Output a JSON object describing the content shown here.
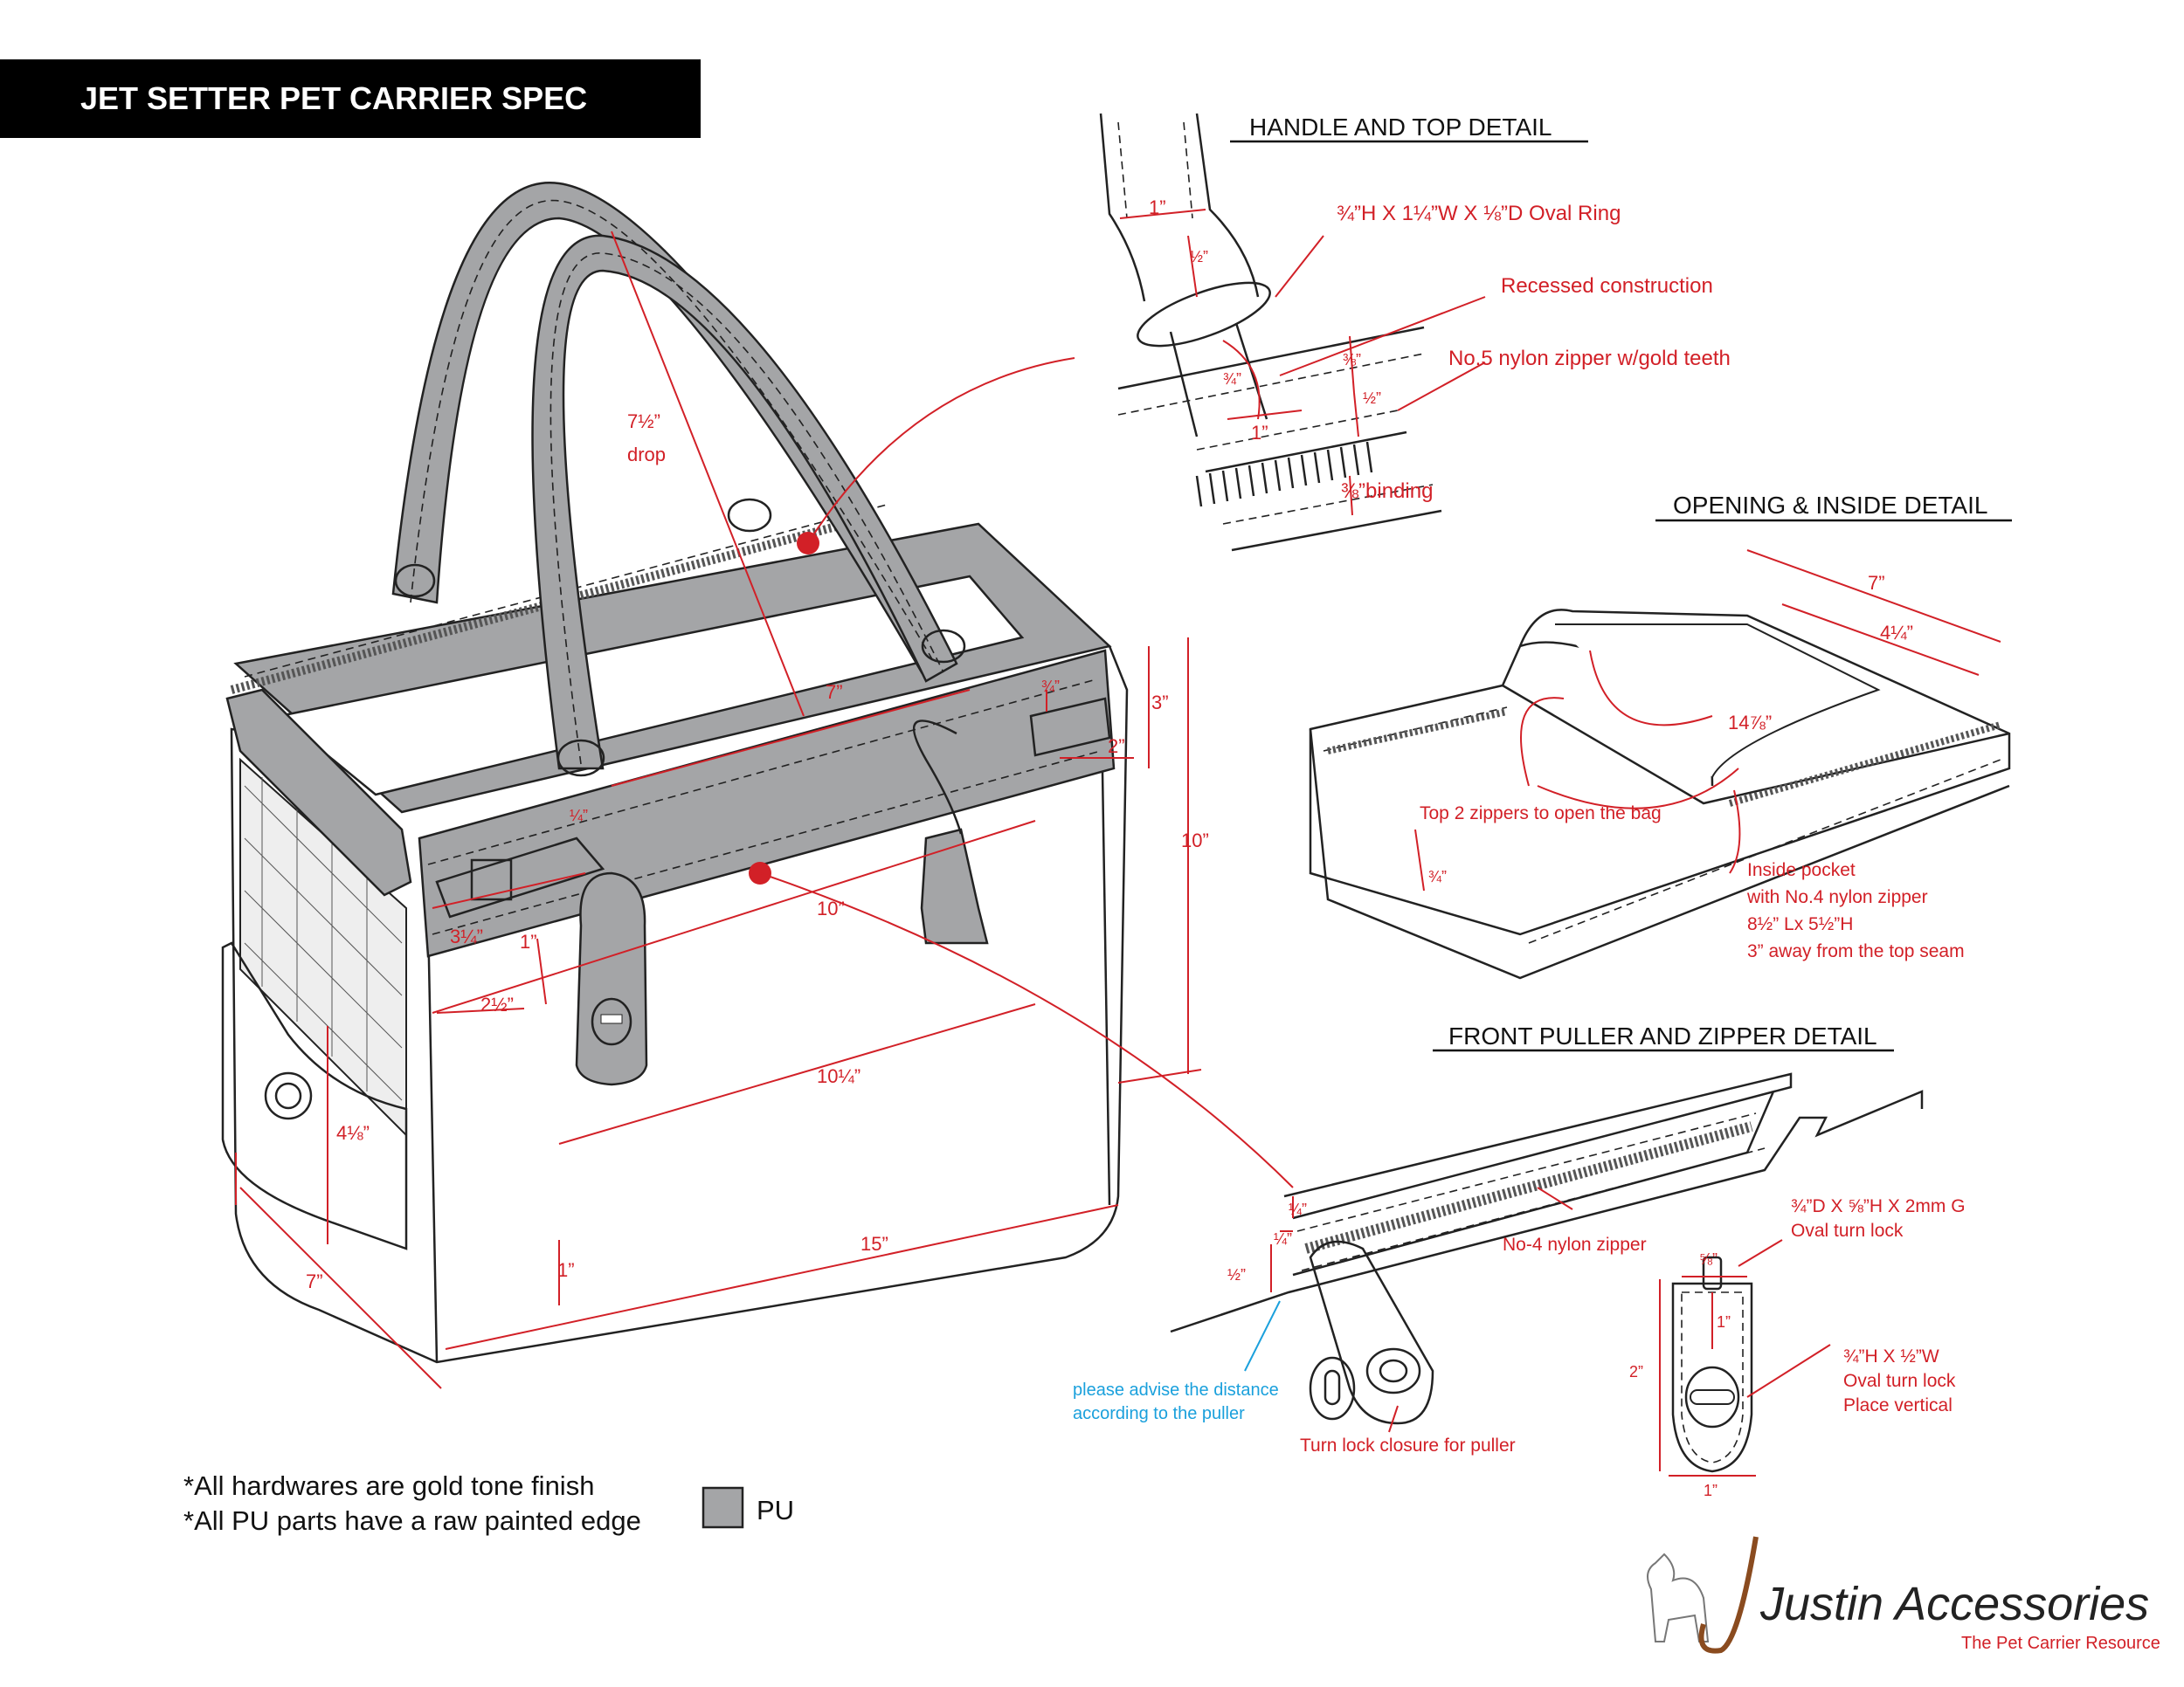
{
  "title": "JET SETTER PET CARRIER SPEC",
  "sections": {
    "handle": "HANDLE AND TOP DETAIL",
    "opening": "OPENING & INSIDE DETAIL",
    "front": "FRONT PULLER AND ZIPPER DETAIL"
  },
  "handle_callouts": {
    "ring": "¾”H X 1¼”W X ⅛”D Oval Ring",
    "recessed": "Recessed construction",
    "zipper": "No.5 nylon zipper w/gold teeth",
    "binding": "⅜”binding"
  },
  "handle_dims": {
    "width_top": "1”",
    "half_top": "½”",
    "threequarter": "¾”",
    "width_bottom": "1”",
    "three_eighths": "⅜”",
    "half_side": "½”"
  },
  "opening_callouts": {
    "top_zippers": "Top 2 zippers to open the bag",
    "pocket_1": "Inside pocket",
    "pocket_2": "with No.4 nylon zipper",
    "pocket_3": "8½” Lx 5½”H",
    "pocket_4": "3” away from the top seam"
  },
  "opening_dims": {
    "seven": "7”",
    "four_quarter": "4¼”",
    "fourteen": "14⅞”",
    "three_quarter": "¾”"
  },
  "front_callouts": {
    "nylon": "No-4 nylon zipper",
    "lock1_a": "¾”D X ⅝”H X 2mm G",
    "lock1_b": "Oval turn lock",
    "lock2_a": "¾”H X ½”W",
    "lock2_b": "Oval turn lock",
    "lock2_c": "Place vertical",
    "advise_a": "please advise the distance",
    "advise_b": "according to the puller",
    "turnlock": "Turn lock closure for puller"
  },
  "front_dims": {
    "quarter": "¼”",
    "quarter2": "¼”",
    "half": "½”",
    "five_eighths": "⅝”",
    "one": "1”",
    "two": "2”",
    "one_bottom": "1”"
  },
  "bag_dims": {
    "drop_a": "7½”",
    "drop_b": "drop",
    "seven_top": "7”",
    "three_quarter": "¾”",
    "three": "3”",
    "two": "2”",
    "ten_side": "10”",
    "quarter": "¼”",
    "three_quarter_side": "3¼”",
    "one_small": "1”",
    "ten_front": "10”",
    "two_half": "2½”",
    "ten_quarter": "10¼”",
    "four_eighth": "4⅛”",
    "fifteen": "15”",
    "one_bottom": "1”",
    "seven_depth": "7”"
  },
  "notes": [
    "*All hardwares are gold tone finish",
    "*All PU parts have a raw painted edge"
  ],
  "legend": {
    "label": "PU",
    "color": "#a4a5a7"
  },
  "brand": {
    "name": "Justin Accessories",
    "tagline": "The Pet Carrier Resource"
  },
  "colors": {
    "dimension": "#d22027",
    "note_blue": "#1aa0dc",
    "pu_fill": "#a4a5a7",
    "line": "#222222"
  }
}
